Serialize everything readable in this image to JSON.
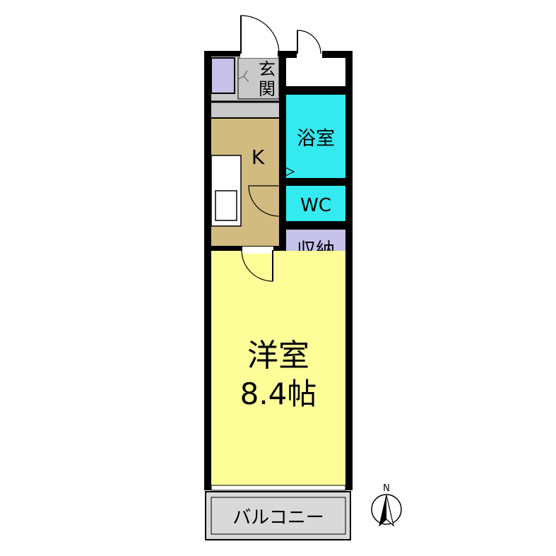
{
  "rooms": {
    "genkan": {
      "label_line1": "玄",
      "label_line2": "関"
    },
    "bath": {
      "label": "浴室"
    },
    "kitchen": {
      "label": "K"
    },
    "wc": {
      "label": "WC"
    },
    "storage": {
      "label": "収納"
    },
    "western": {
      "label": "洋室",
      "size": "8.4帖"
    },
    "balcony": {
      "label": "バルコニー"
    }
  },
  "compass": {
    "north_label": "N"
  },
  "colors": {
    "wall": "#000000",
    "western_room": "#ffff99",
    "kitchen": "#d2bb80",
    "bath": "#33eaf0",
    "wc": "#33eaf0",
    "storage": "#c6c2ea",
    "genkan": "#c9c9c9",
    "balcony": "#d9d9d9",
    "shoe_closet": "#c6c2ea"
  }
}
